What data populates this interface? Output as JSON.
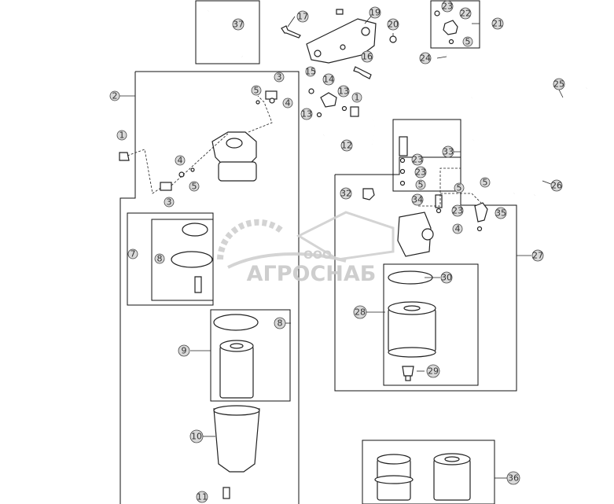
{
  "callouts": [
    "1",
    "2",
    "3",
    "4",
    "5",
    "7",
    "8",
    "9",
    "10",
    "11",
    "12",
    "13",
    "14",
    "15",
    "16",
    "17",
    "19",
    "20",
    "21",
    "22",
    "23",
    "24",
    "25",
    "26",
    "27",
    "28",
    "29",
    "30",
    "32",
    "33",
    "34",
    "35",
    "36",
    "37"
  ],
  "watermark": {
    "line1": "ООО",
    "line2": "АГРОСНАБ"
  },
  "colors": {
    "line": "#222222",
    "callout_fill": "#d9d9d9",
    "watermark": "#c9c9c9"
  }
}
